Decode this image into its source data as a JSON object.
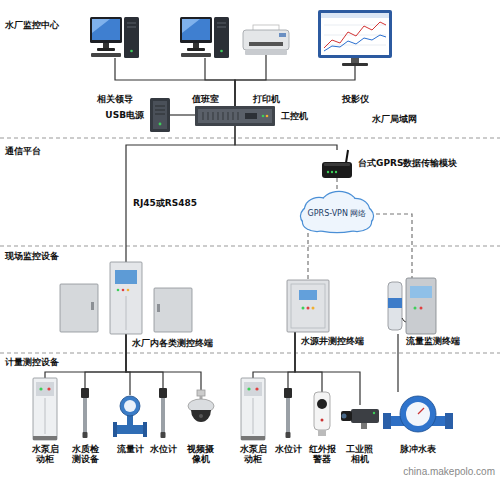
{
  "diagram": {
    "nodes": [
      {
        "text": [
          "相关领导"
        ]
      },
      {
        "text": [
          "值班室"
        ]
      },
      {
        "text": [
          "打印机"
        ]
      },
      {
        "text": [
          "投影仪"
        ]
      },
      {
        "text": [
          "USB电源"
        ]
      },
      {
        "text": [
          "工控机"
        ]
      },
      {
        "text": [
          "台式GPRS数据传输模块"
        ]
      },
      {
        "text": [
          "GPRS-VPN 网络"
        ]
      },
      {
        "text": [
          "水厂内各类测控终端"
        ]
      },
      {
        "text": [
          "水源井测控终端"
        ]
      },
      {
        "text": [
          "流量监测终端"
        ]
      },
      {
        "text": [
          "水泵启动柜"
        ]
      },
      {
        "text": [
          "水质检测设备"
        ]
      },
      {
        "text": [
          "流量计"
        ]
      },
      {
        "text": [
          "水位计"
        ]
      },
      {
        "text": [
          "视频摄像机"
        ]
      },
      {
        "text": [
          "水泵启动柜"
        ]
      },
      {
        "text": [
          "水位计"
        ]
      },
      {
        "text": [
          "红外报警器"
        ]
      },
      {
        "text": [
          "工业照相机"
        ]
      },
      {
        "text": [
          "脉冲水表"
        ]
      }
    ],
    "edges": [
      {
        "from": 0,
        "to": 5,
        "arrow": "none"
      },
      {
        "from": 1,
        "to": 5,
        "arrow": "none"
      },
      {
        "from": 2,
        "to": 5,
        "arrow": "none"
      },
      {
        "from": 3,
        "to": 5,
        "arrow": "none"
      },
      {
        "from": 4,
        "to": 5,
        "arrow": "none"
      },
      {
        "from": 5,
        "to": 8,
        "label": "RJ45或RS485",
        "arrow": "none"
      },
      {
        "from": 5,
        "to": 6,
        "arrow": "none"
      },
      {
        "from": 6,
        "to": 7,
        "arrow": "none"
      },
      {
        "from": 7,
        "to": 9,
        "arrow": "none"
      },
      {
        "from": 7,
        "to": 10,
        "arrow": "none"
      },
      {
        "from": 8,
        "to": 11,
        "arrow": "none"
      },
      {
        "from": 8,
        "to": 12,
        "arrow": "none"
      },
      {
        "from": 8,
        "to": 13,
        "arrow": "none"
      },
      {
        "from": 8,
        "to": 14,
        "arrow": "none"
      },
      {
        "from": 8,
        "to": 15,
        "arrow": "none"
      },
      {
        "from": 9,
        "to": 16,
        "arrow": "none"
      },
      {
        "from": 9,
        "to": 17,
        "arrow": "none"
      },
      {
        "from": 9,
        "to": 18,
        "arrow": "none"
      },
      {
        "from": 9,
        "to": 19,
        "arrow": "none"
      },
      {
        "from": 10,
        "to": 20,
        "arrow": "none"
      }
    ],
    "labels": [
      "水厂监控中心",
      "水厂局域网",
      "通信平台",
      "现场监控设备",
      "计量测控设备",
      "china.makepolo.com"
    ]
  }
}
